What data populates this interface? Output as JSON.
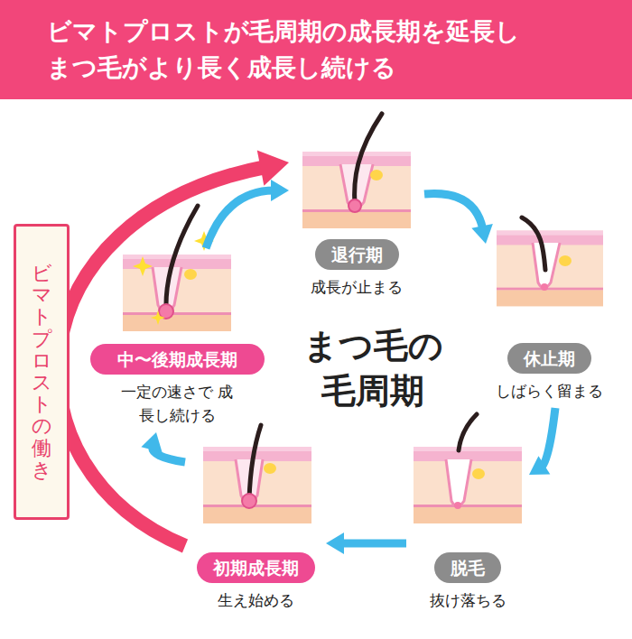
{
  "diagram": {
    "title": "ビマトプロストが毛周期の成長期を延長し まつ毛がより長く成長し続ける",
    "nodes": [
      {
        "text": [
          "退行期",
          "成長が止まる"
        ]
      },
      {
        "text": [
          "休止期",
          "しばらく留まる"
        ]
      },
      {
        "text": [
          "脱毛",
          "抜け落ちる"
        ]
      },
      {
        "text": [
          "初期成長期",
          "生え始める"
        ]
      },
      {
        "text": [
          "中〜後期成長期",
          "一定の速さで 成長し続ける"
        ]
      },
      {
        "text": [
          "ビマトプロストの働き"
        ]
      }
    ],
    "edges": [
      {
        "from": 0,
        "to": 1,
        "arrow": "to"
      },
      {
        "from": 1,
        "to": 2,
        "arrow": "to"
      },
      {
        "from": 2,
        "to": 3,
        "arrow": "to"
      },
      {
        "from": 3,
        "to": 4,
        "arrow": "to"
      },
      {
        "from": 4,
        "to": 0,
        "arrow": "to"
      },
      {
        "from": 3,
        "to": 0,
        "arrow": "to"
      }
    ],
    "labels": [
      "まつ毛の 毛周期"
    ]
  }
}
